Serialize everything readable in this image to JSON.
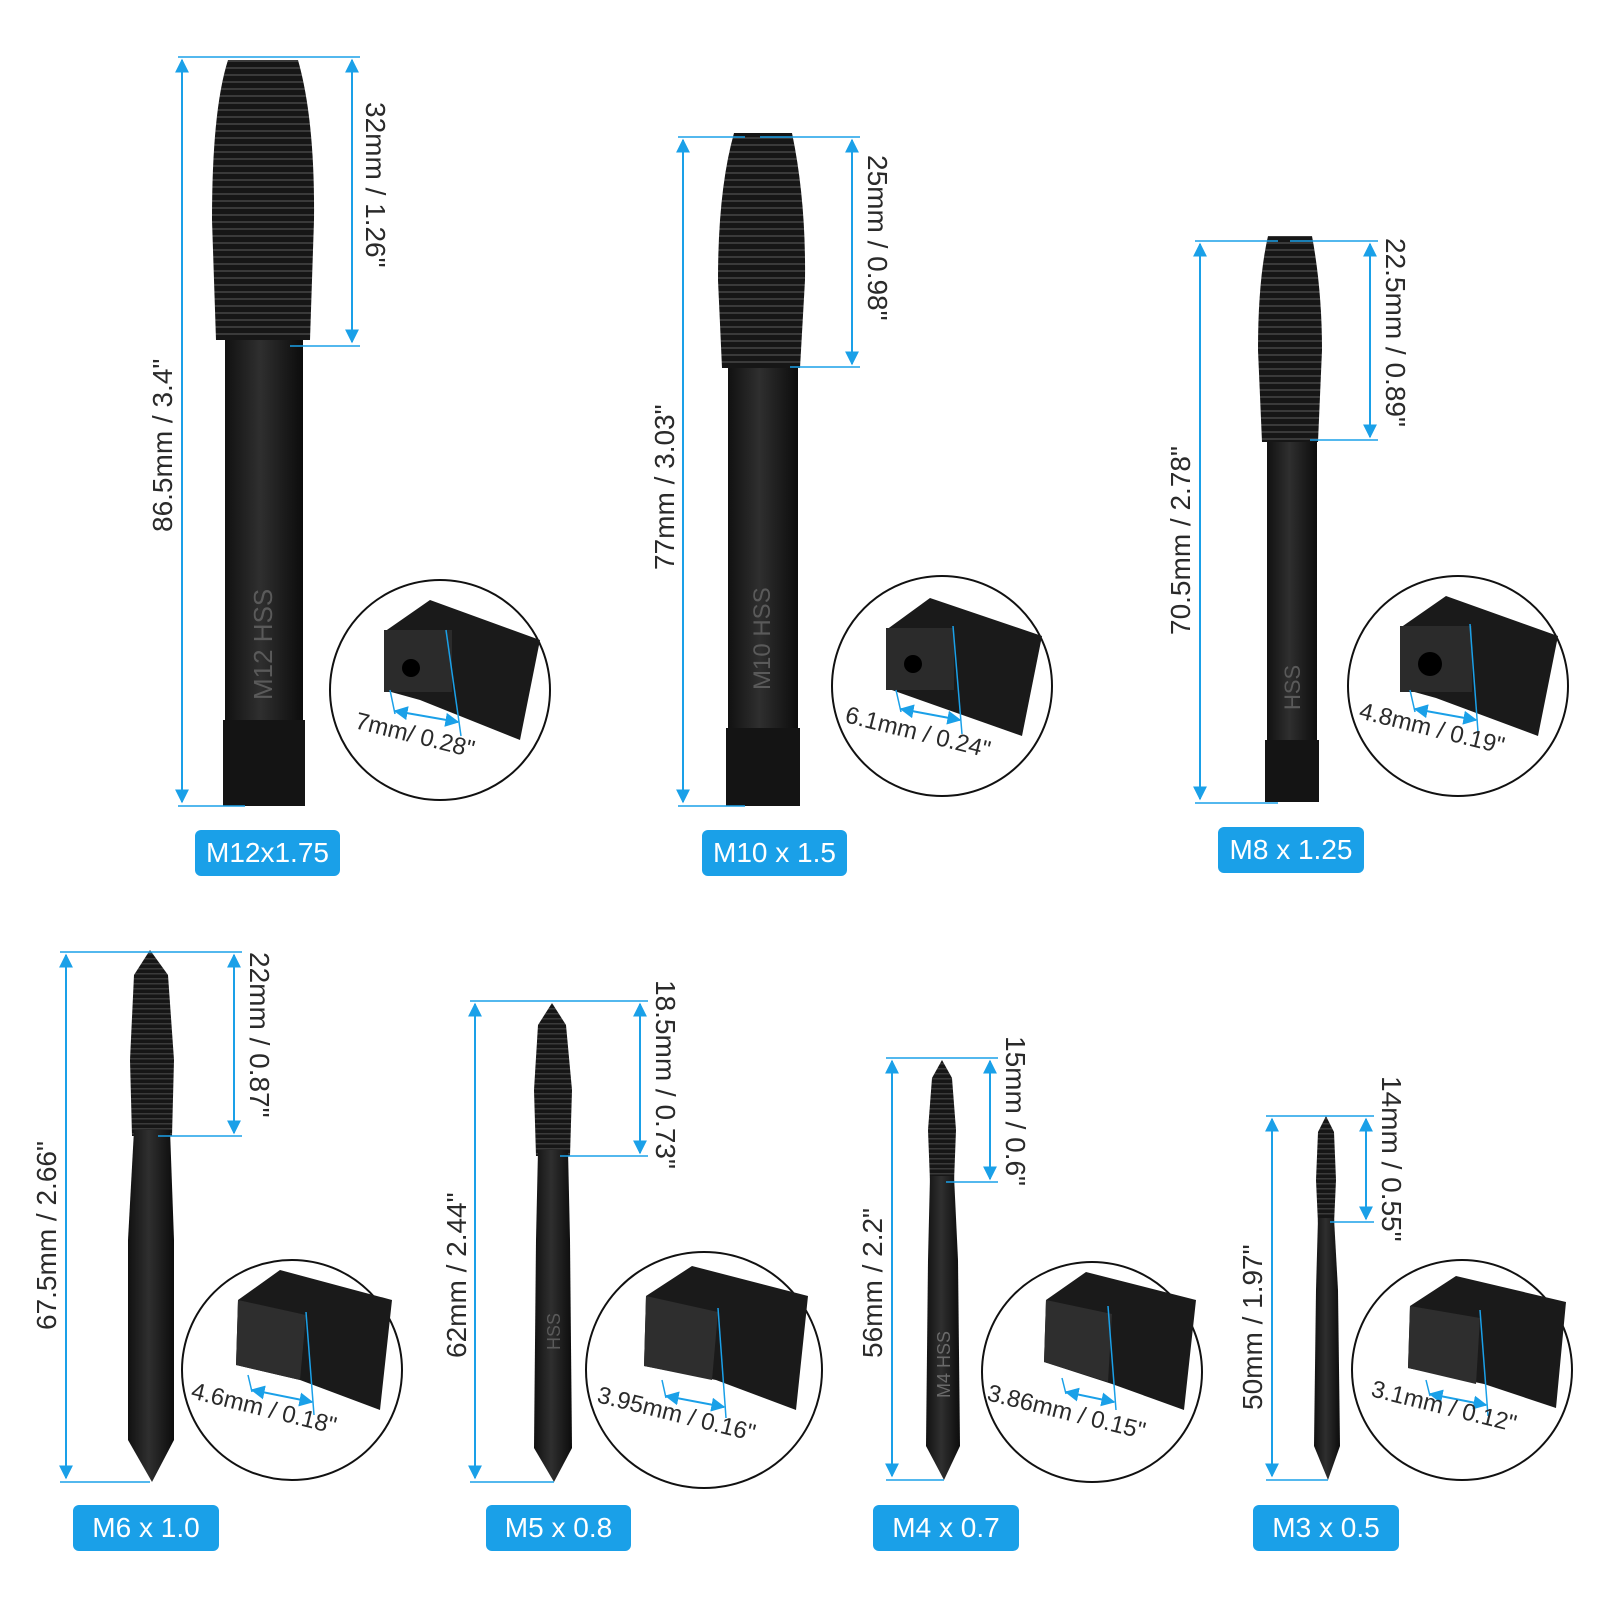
{
  "colors": {
    "accent": "#1aa0e8",
    "tool": "#1c1c1c",
    "text": "#2a2a2a"
  },
  "taps": [
    {
      "size": "M12x1.75",
      "overall": "86.5mm / 3.4\"",
      "thread": "32mm / 1.26\"",
      "square": "7mm/ 0.28\"",
      "mark": "M12 HSS"
    },
    {
      "size": "M10 x 1.5",
      "overall": "77mm / 3.03\"",
      "thread": "25mm / 0.98\"",
      "square": "6.1mm / 0.24\"",
      "mark": "M10 HSS"
    },
    {
      "size": "M8 x 1.25",
      "overall": "70.5mm / 2.78\"",
      "thread": "22.5mm / 0.89\"",
      "square": "4.8mm / 0.19\"",
      "mark": "HSS"
    },
    {
      "size": "M6 x 1.0",
      "overall": "67.5mm / 2.66\"",
      "thread": "22mm / 0.87\"",
      "square": "4.6mm / 0.18\"",
      "mark": ""
    },
    {
      "size": "M5 x 0.8",
      "overall": "62mm / 2.44\"",
      "thread": "18.5mm / 0.73\"",
      "square": "3.95mm / 0.16\"",
      "mark": "HSS"
    },
    {
      "size": "M4 x 0.7",
      "overall": "56mm / 2.2\"",
      "thread": "15mm / 0.6\"",
      "square": "3.86mm / 0.15\"",
      "mark": "M4 HSS"
    },
    {
      "size": "M3 x 0.5",
      "overall": "50mm / 1.97\"",
      "thread": "14mm / 0.55\"",
      "square": "3.1mm / 0.12\"",
      "mark": ""
    }
  ]
}
